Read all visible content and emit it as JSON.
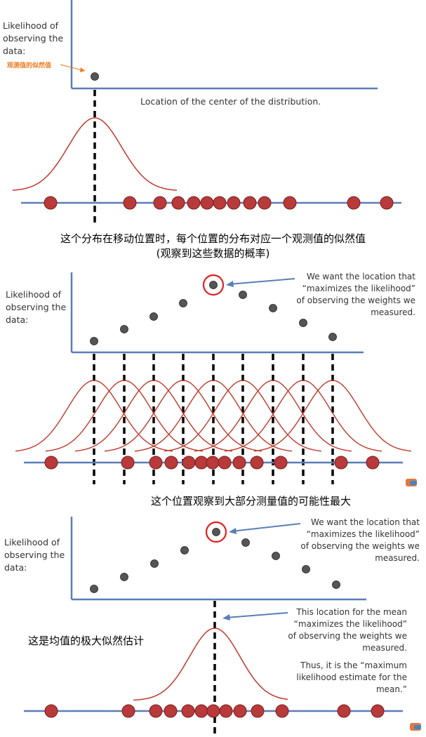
{
  "panel1": {
    "y_label": "Likelihood of observing the data:",
    "annotation": "观测值的似然值",
    "x_label": "Location of the center of the distribution."
  },
  "caption1": {
    "line1": "这个分布在移动位置时，每个位置的分布对应一个观测值的似然值",
    "line2": "(观察到这些数据的概率)"
  },
  "panel2": {
    "y_label": "Likelihood of observing the data:",
    "note": "We want the location that “maximizes the likelihood” of observing the weights we measured."
  },
  "caption2": "这个位置观察到大部分测量值的可能性最大",
  "panel3": {
    "y_label": "Likelihood of observing the data:",
    "note": "We want the location that “maximizes the likelihood” of observing the weights we measured.",
    "mean_note": "This location for the mean “maximizes the likelihood” of observing the weights we measured.",
    "conclusion": "Thus, it is the “maximum likelihood estimate for the mean.”",
    "chinese_label": "这是均值的极大似然估计"
  },
  "colors": {
    "axis": "#5b7db8",
    "curve": "#c0392b",
    "data_point": "#b83a3a",
    "likelihood_point": "#555555",
    "highlight_ring": "#e02020",
    "arrow": "#5b7db8"
  }
}
